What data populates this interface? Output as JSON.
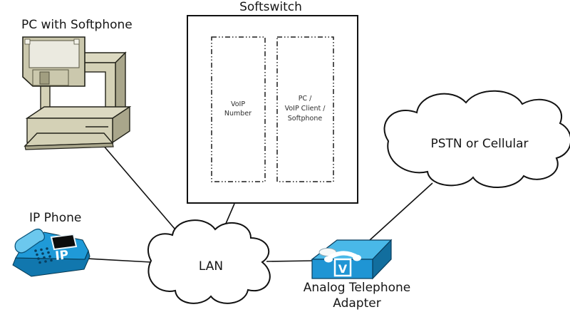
{
  "labels": {
    "pc_with_softphone": "PC with Softphone",
    "softswitch": "Softswitch",
    "pstn": "PSTN or Cellular",
    "ip_phone": "IP Phone",
    "lan": "LAN",
    "ata_line1": "Analog Telephone",
    "ata_line2": "Adapter"
  },
  "softswitch": {
    "voip_number_box": {
      "line1": "VoIP",
      "line2": "Number"
    },
    "pc_client_box": {
      "line1": "PC /",
      "line2": "VoIP Client /",
      "line3": "Softphone"
    }
  },
  "ip_phone": {
    "badge": "IP"
  },
  "ata": {
    "icon_letter": "V"
  },
  "connections": [
    {
      "from": "pc-with-softphone",
      "to": "lan"
    },
    {
      "from": "softswitch",
      "to": "lan"
    },
    {
      "from": "ip-phone",
      "to": "lan"
    },
    {
      "from": "lan",
      "to": "analog-telephone-adapter"
    },
    {
      "from": "analog-telephone-adapter",
      "to": "pstn-or-cellular"
    }
  ],
  "colors": {
    "outline": "#111111",
    "device_blue": "#1f9ad8",
    "device_blue_light": "#55bce8",
    "device_blue_dark": "#11689a",
    "pc_beige": "#d4d1b6",
    "pc_beige_light": "#dcd9c1",
    "pc_beige_dark": "#a9a68b",
    "screen_white": "#ffffff"
  }
}
